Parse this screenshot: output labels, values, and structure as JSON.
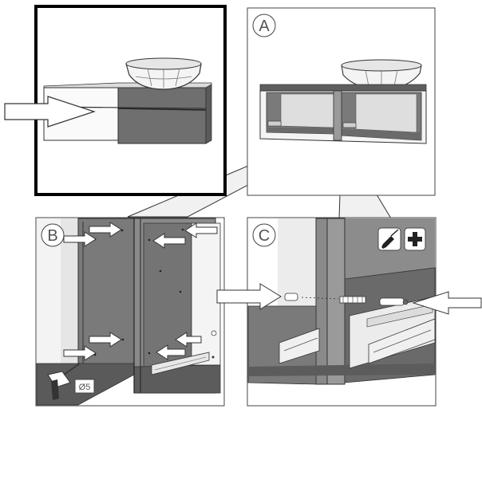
{
  "panels": {
    "overview": {},
    "a": {
      "label": "A"
    },
    "b": {
      "label": "B",
      "drill_size": "Ø5"
    },
    "c": {
      "label": "C",
      "tool_icons": [
        "screwdriver-icon",
        "phillips-cross-icon"
      ]
    }
  },
  "colors": {
    "cabinet_gray": "#6b6b6b",
    "cabinet_light": "#f2f2f2",
    "panel_mid": "#8c8c8c",
    "background": "#ffffff",
    "outline": "#222222"
  }
}
